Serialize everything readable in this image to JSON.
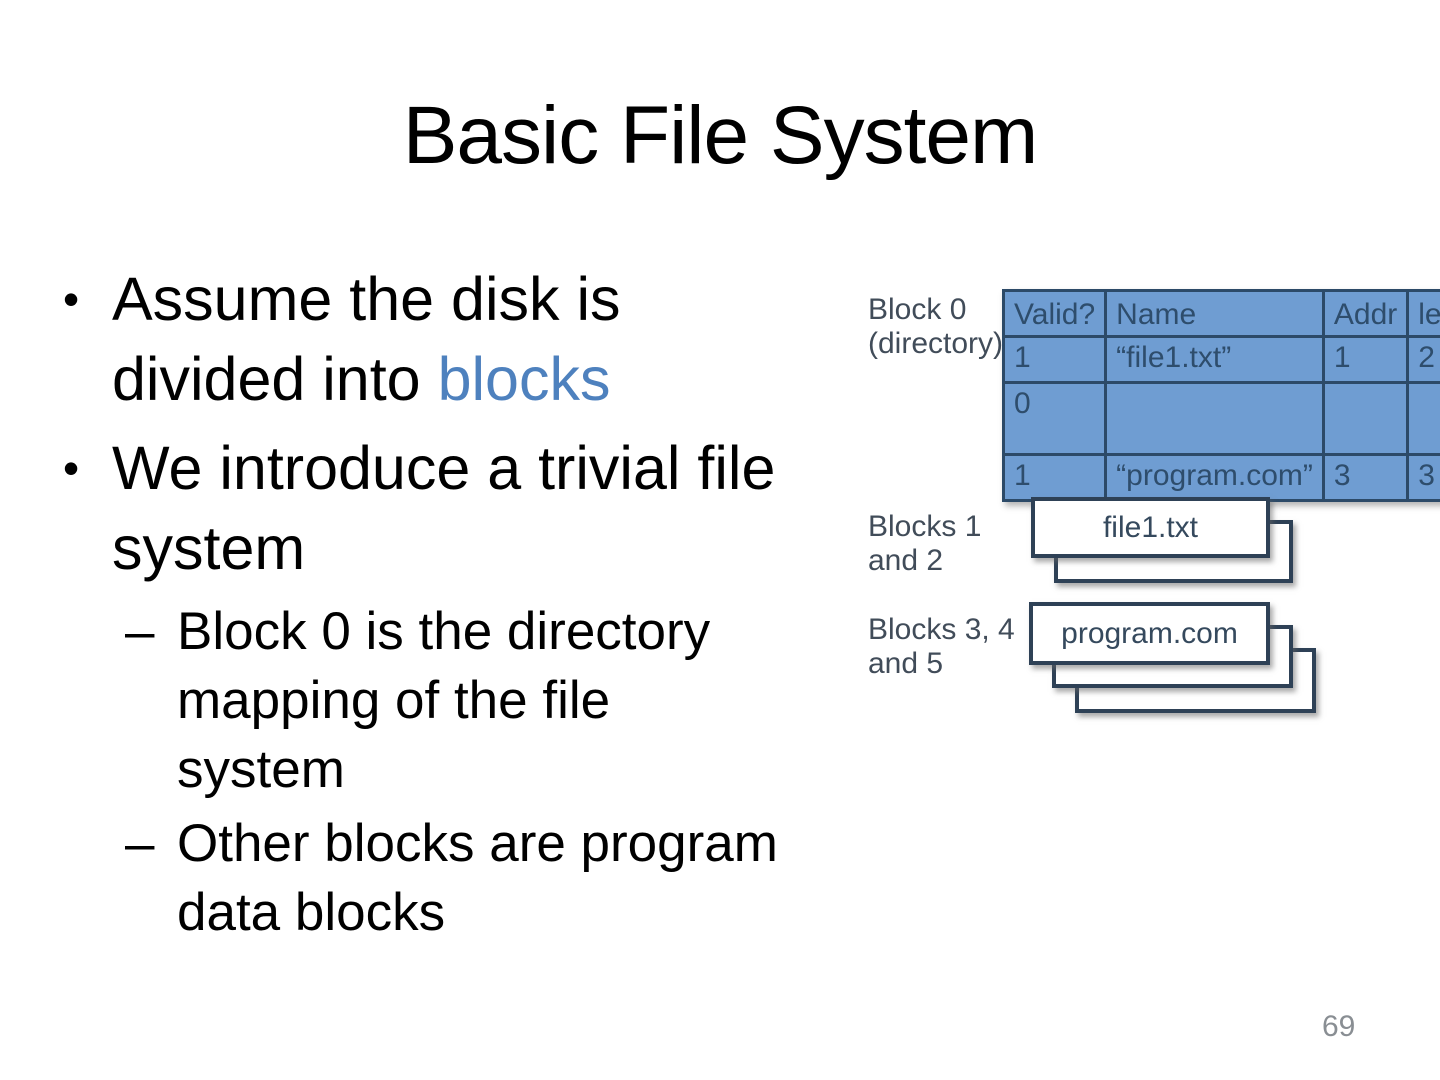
{
  "slide": {
    "title": "Basic File System",
    "page_number": "69",
    "bullets": {
      "bullet_char": "•",
      "dash_char": "–",
      "b1_l1": "Assume the disk is",
      "b1_l2_prefix": "divided into ",
      "b1_l2_highlight": "blocks",
      "b2_l1": "We introduce a trivial file",
      "b2_l2": "system",
      "s1_l1": "Block 0 is the directory",
      "s1_l2": "mapping of the file",
      "s1_l3": "system",
      "s2_l1": "Other blocks are program",
      "s2_l2": "data blocks"
    }
  },
  "diagram": {
    "labels": {
      "block0_l1": "Block 0",
      "block0_l2": "(directory)",
      "b12_l1": "Blocks 1",
      "b12_l2": "and 2",
      "b345_l1": "Blocks 3, 4",
      "b345_l2": "and 5"
    },
    "table": {
      "headers": [
        "Valid?",
        "Name",
        "Addr",
        "len"
      ],
      "rows": [
        [
          "1",
          "“file1.txt”",
          "1",
          "2"
        ],
        [
          "0",
          "",
          "",
          ""
        ],
        [
          "1",
          "“program.com”",
          "3",
          "3"
        ]
      ]
    },
    "stacks": {
      "file1": {
        "label": "file1.txt",
        "count": 2
      },
      "program": {
        "label": "program.com",
        "count": 3
      }
    }
  },
  "colors": {
    "highlight_blue": "#4E81BE",
    "table_fill": "#6F9DD2",
    "table_border": "#2C4A68",
    "table_text": "#2E4D6C",
    "box_border": "#2E4156",
    "box_text": "#35495D",
    "label_text": "#414C59",
    "page_number": "#898E93"
  }
}
